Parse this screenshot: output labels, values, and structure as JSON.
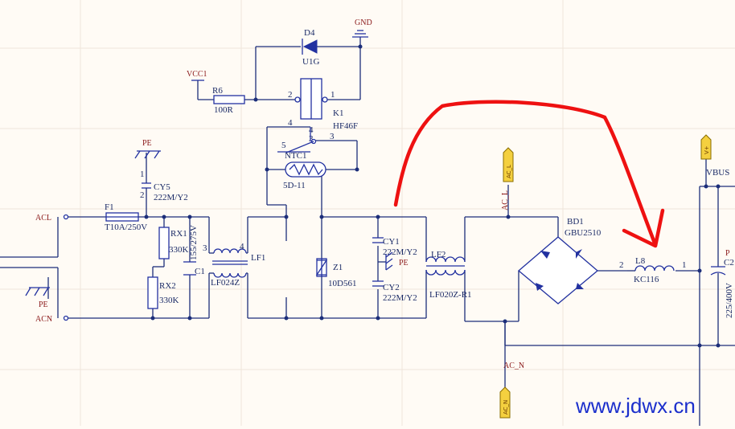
{
  "title": "",
  "colors": {
    "background": "#fffbf5",
    "wire": "#1c2e7a",
    "component": "#2231a0",
    "label": "#1a2a66",
    "net_label": "#8b1a1a",
    "annotation": "#ee1111",
    "watermark": "#1b2fcc",
    "net_flag": "#f4d03f"
  },
  "components": {
    "d4": {
      "ref": "D4",
      "value": "U1G"
    },
    "gnd": {
      "label": "GND"
    },
    "vcc": {
      "label": "VCC1"
    },
    "r6": {
      "ref": "R6",
      "value": "100R"
    },
    "k1": {
      "ref": "K1",
      "value": "HF46F",
      "pins": [
        "2",
        "1",
        "4",
        "4",
        "3",
        "3",
        "5"
      ]
    },
    "ntc": {
      "ref": "NTC1",
      "value": "5D-11"
    },
    "pe_top": {
      "label": "PE"
    },
    "cy5": {
      "ref": "CY5",
      "value": "222M/Y2",
      "pins": [
        "1",
        "2"
      ]
    },
    "f1": {
      "ref": "F1",
      "value": "T10A/250V"
    },
    "acl": {
      "label": "ACL"
    },
    "acn": {
      "label": "ACN"
    },
    "pe_left": {
      "label": "PE"
    },
    "rx1": {
      "ref": "RX1",
      "value": "330K"
    },
    "rx2": {
      "ref": "RX2",
      "value": "330K"
    },
    "c1": {
      "ref": "C1",
      "value": "155/275V"
    },
    "lf1": {
      "ref": "LF1",
      "value": "LF024Z",
      "pins": [
        "3",
        "4"
      ]
    },
    "z1": {
      "ref": "Z1",
      "value": "10D561"
    },
    "cy1": {
      "ref": "CY1",
      "value": "222M/Y2"
    },
    "cy2": {
      "ref": "CY2",
      "value": "222M/Y2"
    },
    "pe_mid": {
      "label": "PE"
    },
    "lf2": {
      "ref": "LF2",
      "value": "LF020Z-R1"
    },
    "ac_l": {
      "label": "AC_L"
    },
    "ac_n": {
      "label": "AC_N"
    },
    "bd1": {
      "ref": "BD1",
      "value": "GBU2510"
    },
    "l8": {
      "ref": "L8",
      "value": "KC116",
      "pins": [
        "2",
        "1"
      ]
    },
    "vplus": {
      "label": "V+"
    },
    "vbus": {
      "label": "VBUS"
    },
    "c2": {
      "ref": "C2",
      "value": "225/400V"
    },
    "p_partial": {
      "label": "P"
    }
  },
  "watermark": "www.jdwx.cn"
}
